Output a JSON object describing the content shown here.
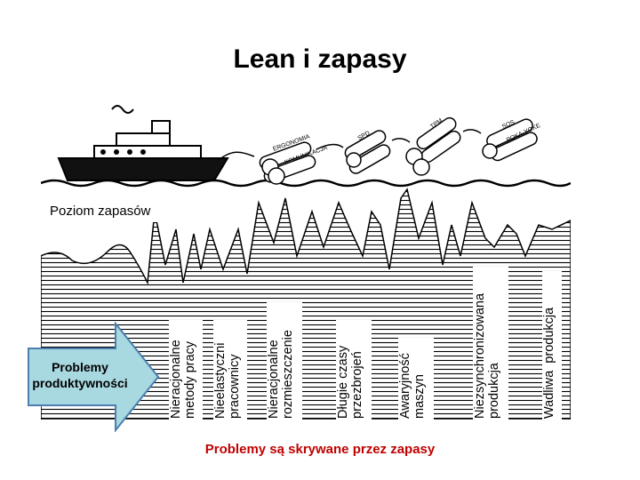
{
  "title": "Lean i zapasy",
  "level_label": "Poziom zapasów",
  "problems": [
    {
      "line1": "Nieracjonalne",
      "line2": "metody pracy"
    },
    {
      "line1": "Nieelastyczni",
      "line2": "pracownicy"
    },
    {
      "line1": "Nieracjonalne",
      "line2": "rozmieszczenie"
    },
    {
      "line1": "Długie czasy",
      "line2": "przezbrojeń"
    },
    {
      "line1": "Awaryjność",
      "line2": "maszyn"
    },
    {
      "line1": "Niezsynchronizowana",
      "line2": "produkcja"
    },
    {
      "line1": "Wadliwa  produkcja",
      "line2": ""
    }
  ],
  "arrow_text": "Problemy produktywności",
  "footer": "Problemy są skrywane przez zapasy",
  "barrel_labels": [
    "ERGONOMIA",
    "KOMUNIKACJA",
    "SPD",
    "TPM",
    "SOS",
    "POKA-YOKE"
  ],
  "colors": {
    "arrow_fill": "#a8d8e0",
    "arrow_stroke": "#4a7fb0",
    "footer": "#c00000"
  }
}
